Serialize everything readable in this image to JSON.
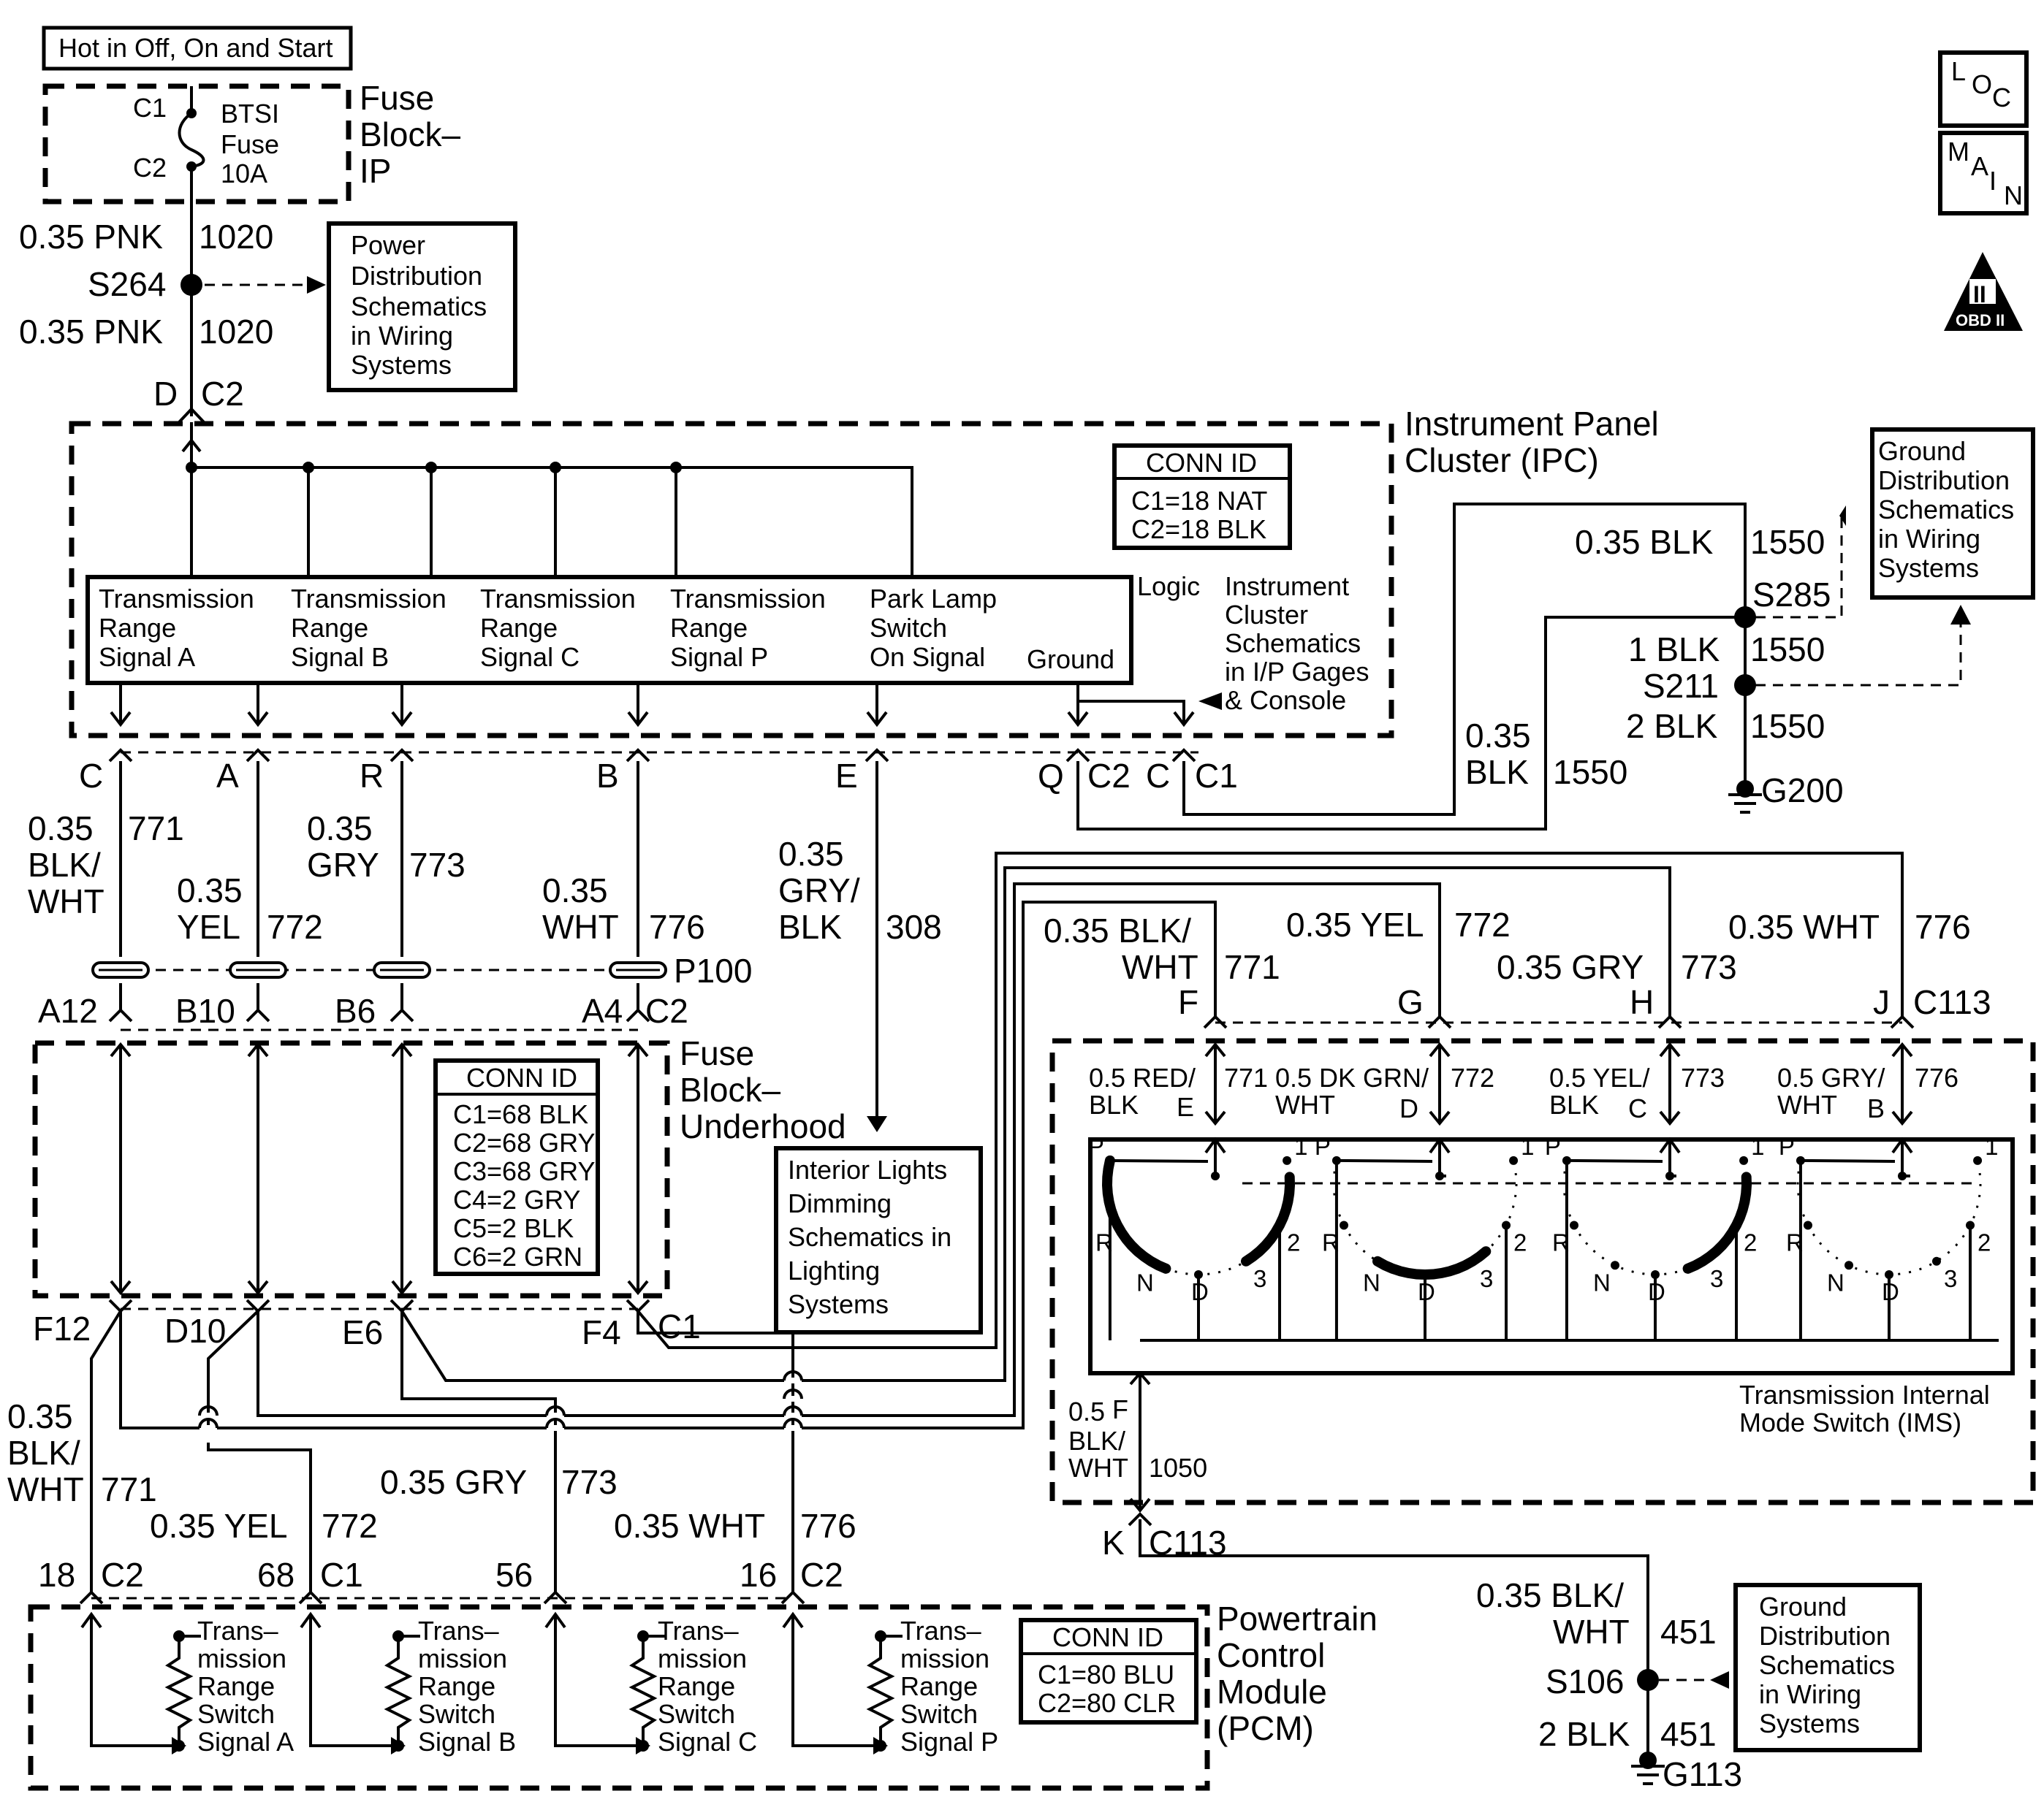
{
  "badges": {
    "loc": [
      "L",
      "O",
      "C"
    ],
    "main": [
      "M",
      "A",
      "I",
      "N"
    ],
    "obd_roman": "II",
    "obd_label": "OBD II"
  },
  "top": {
    "hot_label": "Hot in Off, On and Start",
    "fuse_c1": "C1",
    "fuse_c2": "C2",
    "fuse_name": [
      "BTSI",
      "Fuse",
      "10A"
    ],
    "fuse_block_ip": [
      "Fuse",
      "Block–",
      "IP"
    ],
    "wire_upper_color": "0.35 PNK",
    "wire_upper_circuit": "1020",
    "splice": "S264",
    "wire_lower_color": "0.35 PNK",
    "wire_lower_circuit": "1020",
    "power_ref": [
      "Power",
      "Distribution",
      "Schematics",
      "in Wiring",
      "Systems"
    ],
    "ipc_connector_pin": "D",
    "ipc_connector": "C2"
  },
  "ipc": {
    "title": [
      "Instrument Panel",
      "Cluster (IPC)"
    ],
    "conn_id": {
      "header": "CONN ID",
      "rows": [
        "C1=18 NAT",
        "C2=18 BLK"
      ]
    },
    "signals": [
      [
        "Transmission",
        "Range",
        "Signal A"
      ],
      [
        "Transmission",
        "Range",
        "Signal B"
      ],
      [
        "Transmission",
        "Range",
        "Signal C"
      ],
      [
        "Transmission",
        "Range",
        "Signal P"
      ],
      [
        "Park Lamp",
        "Switch",
        "On Signal"
      ]
    ],
    "logic_label": "Logic",
    "ground_label": "Ground",
    "cluster_ref": [
      "Instrument",
      "Cluster",
      "Schematics",
      "in I/P Gages",
      "& Console"
    ],
    "pins": [
      "C",
      "A",
      "R",
      "B",
      "E",
      "Q",
      "C2",
      "C",
      "C1"
    ]
  },
  "ground_top": {
    "wire1_color": "0.35 BLK",
    "wire1_circuit": "1550",
    "splice1": "S285",
    "wire2_color": "1 BLK",
    "wire2_circuit": "1550",
    "splice2": "S211",
    "wire3_color": "2 BLK",
    "wire3_circuit": "1550",
    "ground": "G200",
    "ref": [
      "Ground",
      "Distribution",
      "Schematics",
      "in Wiring",
      "Systems"
    ],
    "ipc_wire_color": [
      "0.35",
      "BLK"
    ],
    "ipc_wire_circuit": "1550"
  },
  "mid_wires": {
    "w771": {
      "color": [
        "0.35",
        "BLK/",
        "WHT"
      ],
      "circuit": "771"
    },
    "w772": {
      "color": [
        "0.35",
        "YEL"
      ],
      "circuit": "772"
    },
    "w773": {
      "color": [
        "0.35",
        "GRY"
      ],
      "circuit": "773"
    },
    "w776": {
      "color": [
        "0.35",
        "WHT"
      ],
      "circuit": "776"
    },
    "w308": {
      "color": [
        "0.35",
        "GRY/",
        "BLK"
      ],
      "circuit": "308"
    },
    "p100": "P100",
    "pins_below": [
      "A12",
      "B10",
      "B6",
      "A4",
      "C2"
    ]
  },
  "fuse_underhood": {
    "title": [
      "Fuse",
      "Block–",
      "Underhood"
    ],
    "conn_id": {
      "header": "CONN ID",
      "rows": [
        "C1=68 BLK",
        "C2=68 GRY",
        "C3=68 GRY",
        "C4=2 GRY",
        "C5=2 BLK",
        "C6=2 GRN"
      ]
    },
    "pins_below": [
      "F12",
      "D10",
      "E6",
      "F4",
      "C1"
    ]
  },
  "interior_ref": [
    "Interior Lights",
    "Dimming",
    "Schematics in",
    "Lighting",
    "Systems"
  ],
  "c113_top": {
    "w771": {
      "color": [
        "0.35 BLK/",
        "WHT"
      ],
      "circuit": "771",
      "pin": "F"
    },
    "w772": {
      "color": "0.35 YEL",
      "circuit": "772",
      "pin": "G"
    },
    "w773": {
      "color": "0.35 GRY",
      "circuit": "773",
      "pin": "H"
    },
    "w776": {
      "color": "0.35 WHT",
      "circuit": "776",
      "pin": "J"
    },
    "connector": "C113"
  },
  "ims": {
    "wires": [
      {
        "color": [
          "0.5 RED/",
          "BLK"
        ],
        "circuit": "771",
        "pin": "E"
      },
      {
        "color": [
          "0.5 DK GRN/",
          "WHT"
        ],
        "circuit": "772",
        "pin": "D"
      },
      {
        "color": [
          "0.5 YEL/",
          "BLK"
        ],
        "circuit": "773",
        "pin": "C"
      },
      {
        "color": [
          "0.5 GRY/",
          "WHT"
        ],
        "circuit": "776",
        "pin": "B"
      }
    ],
    "positions": [
      "P",
      "R",
      "N",
      "D",
      "3",
      "2",
      "1"
    ],
    "title": [
      "Transmission Internal",
      "Mode Switch (IMS)"
    ],
    "ground_wire": {
      "size": "0.5",
      "pin": "F",
      "color": [
        "BLK/",
        "WHT"
      ],
      "circuit": "1050"
    },
    "c113_pin": "K",
    "c113": "C113"
  },
  "ground_bottom": {
    "wire1_color": [
      "0.35 BLK/",
      "WHT"
    ],
    "wire1_circuit": "451",
    "splice": "S106",
    "wire2_color": "2 BLK",
    "wire2_circuit": "451",
    "ground": "G113",
    "ref": [
      "Ground",
      "Distribution",
      "Schematics",
      "in Wiring",
      "Systems"
    ]
  },
  "pcm_wires": {
    "w771": {
      "color": [
        "0.35",
        "BLK/",
        "WHT"
      ],
      "circuit": "771"
    },
    "w772": {
      "color": "0.35 YEL",
      "circuit": "772"
    },
    "w773": {
      "color": "0.35 GRY",
      "circuit": "773"
    },
    "w776": {
      "color": "0.35 WHT",
      "circuit": "776"
    },
    "pins": [
      [
        "18",
        "C2"
      ],
      [
        "68",
        "C1"
      ],
      [
        "56",
        ""
      ],
      [
        "16",
        "C2"
      ]
    ]
  },
  "pcm": {
    "title": [
      "Powertrain",
      "Control",
      "Module",
      "(PCM)"
    ],
    "conn_id": {
      "header": "CONN ID",
      "rows": [
        "C1=80 BLU",
        "C2=80 CLR"
      ]
    },
    "signals": [
      [
        "Trans–",
        "mission",
        "Range",
        "Switch",
        "Signal A"
      ],
      [
        "Trans–",
        "mission",
        "Range",
        "Switch",
        "Signal B"
      ],
      [
        "Trans–",
        "mission",
        "Range",
        "Switch",
        "Signal C"
      ],
      [
        "Trans–",
        "mission",
        "Range",
        "Switch",
        "Signal P"
      ]
    ]
  }
}
